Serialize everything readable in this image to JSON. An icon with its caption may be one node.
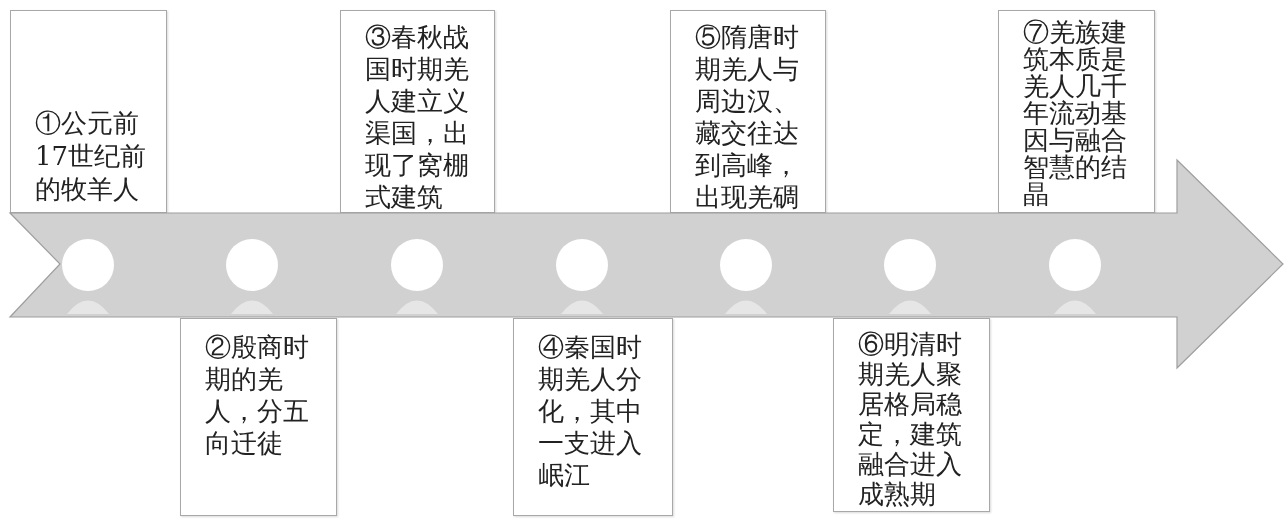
{
  "diagram": {
    "nodes": [
      {
        "text": [
          "①公元前17世纪前的牧羊人"
        ]
      },
      {
        "text": [
          "②殷商时期的羌人，分五向迁徒"
        ]
      },
      {
        "text": [
          "③春秋战国时期羌人建立义渠国，出现了窝棚式建筑"
        ]
      },
      {
        "text": [
          "④秦国时期羌人分化，其中一支进入岷江"
        ]
      },
      {
        "text": [
          "⑤隋唐时期羌人与周边汉、藏交往达到高峰，出现羌碉"
        ]
      },
      {
        "text": [
          "⑥明清时期羌人聚居格局稳定，建筑融合进入成熟期"
        ]
      },
      {
        "text": [
          "⑦羌族建筑本质是羌人几千年流动基因与融合智慧的结晶"
        ]
      },
      {
        "text": [],
        "shape": "arrow"
      },
      {
        "text": [],
        "shape": "circle",
        "in": 7
      },
      {
        "text": [],
        "shape": "circle",
        "in": 7
      },
      {
        "text": [],
        "shape": "circle",
        "in": 7
      },
      {
        "text": [],
        "shape": "circle",
        "in": 7
      },
      {
        "text": [],
        "shape": "circle",
        "in": 7
      },
      {
        "text": [],
        "shape": "circle",
        "in": 7
      },
      {
        "text": [],
        "shape": "circle",
        "in": 7
      }
    ]
  }
}
